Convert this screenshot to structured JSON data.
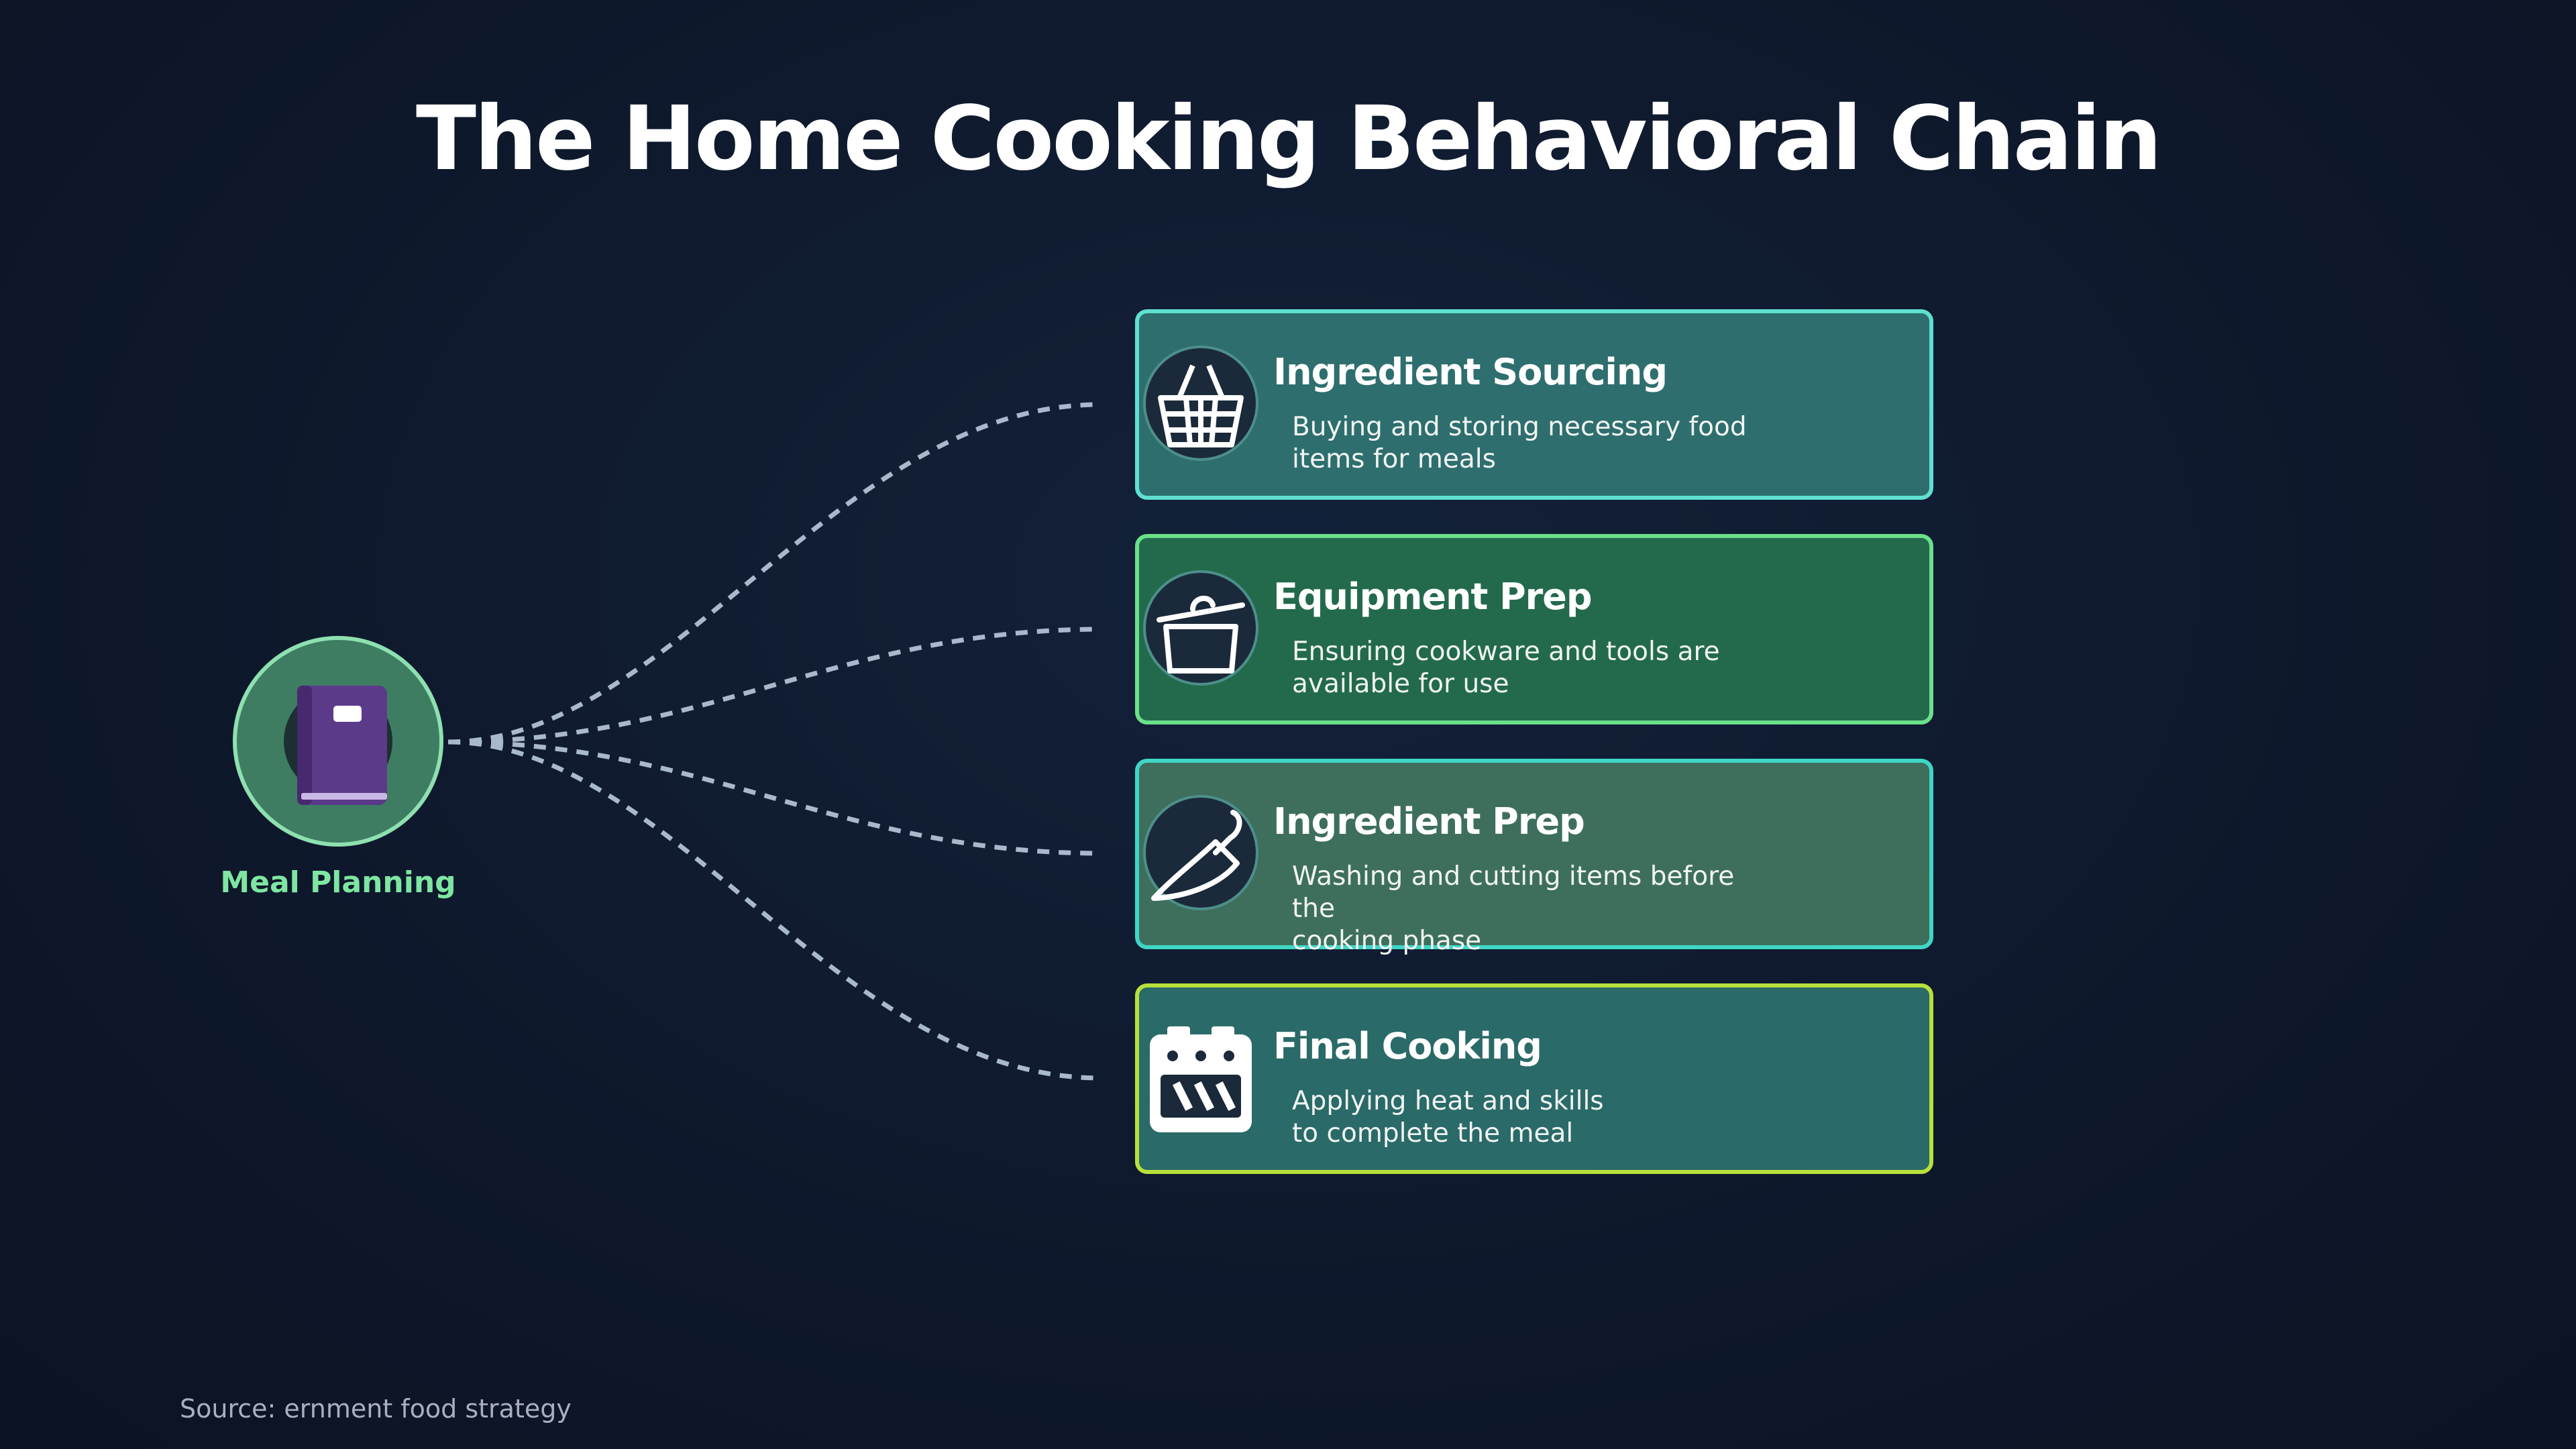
{
  "title": "The Home Cooking Behavioral Chain",
  "hub": {
    "label": "Meal Planning",
    "icon": "notebook-icon"
  },
  "steps": [
    {
      "title": "Ingredient Sourcing",
      "desc_line1": "Buying and storing necessary food",
      "desc_line2": "items for meals",
      "icon": "basket-icon",
      "fill": "#2e6e6e",
      "border": "#5fe0d0"
    },
    {
      "title": "Equipment Prep",
      "desc_line1": "Ensuring cookware and tools are",
      "desc_line2": "available for use",
      "icon": "pot-icon",
      "fill": "#236a4c",
      "border": "#6be08a"
    },
    {
      "title": "Ingredient Prep",
      "desc_line1": "Washing and cutting items before the",
      "desc_line2": "cooking phase",
      "icon": "knife-icon",
      "fill": "#3e6f5c",
      "border": "#3fd6c6"
    },
    {
      "title": "Final Cooking",
      "desc_line1": "Applying heat and skills",
      "desc_line2": "to complete the meal",
      "icon": "stove-icon",
      "fill": "#2a6a68",
      "border": "#b8e03c"
    }
  ],
  "source": "Source: ernment food strategy"
}
